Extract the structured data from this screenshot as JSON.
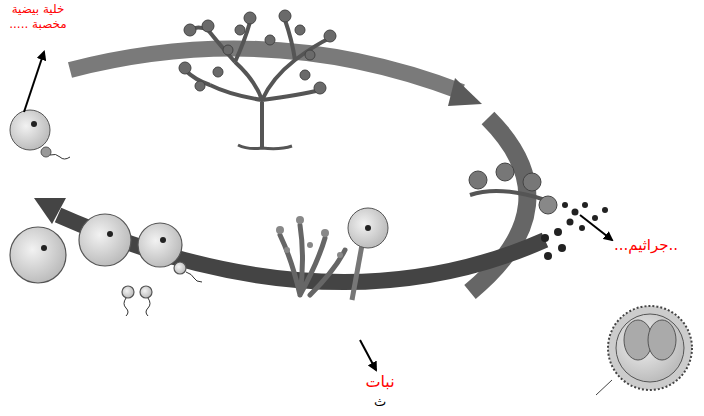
{
  "diagram": {
    "labels": [
      "خلية بيضية مخصبة .....",
      "..جراثيم...",
      "نبات",
      "ث"
    ]
  }
}
